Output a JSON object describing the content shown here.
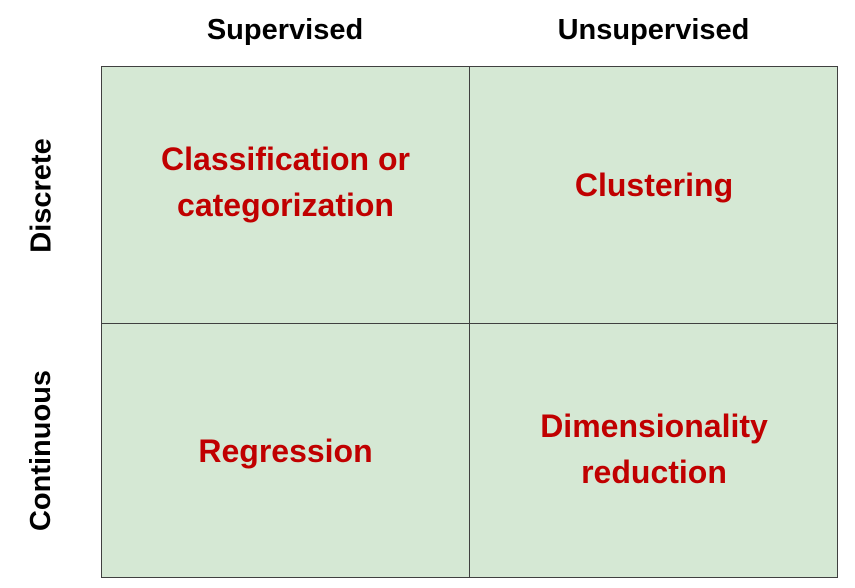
{
  "columns": {
    "supervised": "Supervised",
    "unsupervised": "Unsupervised"
  },
  "rows": {
    "discrete": "Discrete",
    "continuous": "Continuous"
  },
  "cells": {
    "discrete_supervised": {
      "line1": "Classification or",
      "line2": "categorization"
    },
    "discrete_unsupervised": {
      "line1": "Clustering"
    },
    "continuous_supervised": {
      "line1": "Regression"
    },
    "continuous_unsupervised": {
      "line1": "Dimensionality",
      "line2": "reduction"
    }
  },
  "colors": {
    "cell_fill": "#d5e8d4",
    "cell_text": "#c00000",
    "border": "#404040"
  }
}
